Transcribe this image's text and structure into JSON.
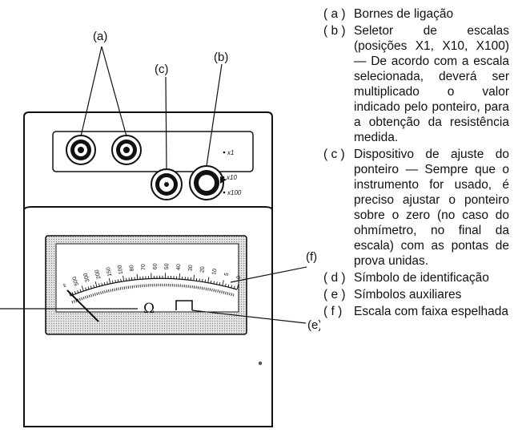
{
  "callouts": {
    "a": "(a)",
    "b": "(b)",
    "c": "(c)",
    "e": "(e)",
    "f": "(f)"
  },
  "meter": {
    "omega_symbol": "Ω",
    "range_marks": [
      "x1",
      "x10",
      "x100"
    ],
    "scale_numbers": [
      "∞",
      "500",
      "300",
      "200",
      "150",
      "100",
      "80",
      "70",
      "60",
      "50",
      "40",
      "30",
      "20",
      "10",
      "5",
      "0"
    ]
  },
  "legend": [
    {
      "key": "( a )",
      "text": "Bornes de ligação"
    },
    {
      "key": "( b )",
      "text": "Seletor de escalas (posições X1, X10, X100) — De acordo com a escala selecionada, deverá ser multiplicado o valor indicado pelo ponteiro, para a obtenção da resistência medida."
    },
    {
      "key": "( c )",
      "text": "Dispositivo de ajuste do ponteiro — Sempre que o instrumento for usado, é preciso ajustar o ponteiro sobre o zero (no caso do ohmímetro, no final da escala) com as pontas de prova unidas."
    },
    {
      "key": "( d )",
      "text": "Símbolo de identificação"
    },
    {
      "key": "( e )",
      "text": "Símbolos auxiliares"
    },
    {
      "key": "( f )",
      "text": "Escala com faixa espelhada"
    }
  ]
}
